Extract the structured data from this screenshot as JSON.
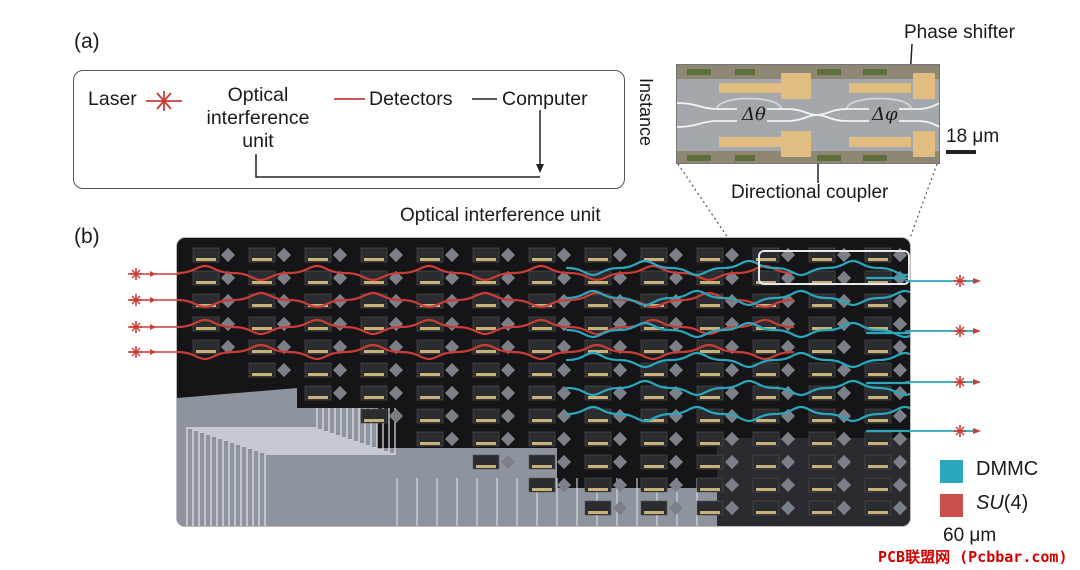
{
  "panel_a": {
    "label": "(a)",
    "flow": {
      "laser": "Laser",
      "optical_lines": [
        "Optical",
        "interference",
        "unit"
      ],
      "detectors": "Detectors",
      "computer": "Computer"
    },
    "instance": "Instance"
  },
  "inset": {
    "phase_shifter": "Phase shifter",
    "delta_theta": "Δθ",
    "delta_phi": "Δφ",
    "scale": "18 μm",
    "directional_coupler": "Directional coupler"
  },
  "panel_b": {
    "label": "(b)",
    "title": "Optical interference unit",
    "scale": "60 μm"
  },
  "legend": {
    "items": [
      {
        "name": "DMMC",
        "color": "#2aa7bd"
      },
      {
        "name_italic": "SU",
        "name_rest": "(4)",
        "color": "#c8504c"
      }
    ]
  },
  "colors": {
    "red": "#cc3c36",
    "teal": "#2aa7bd",
    "chip_dark": "#151517"
  },
  "watermark": "PCB联盟网 (Pcbbar.com)"
}
